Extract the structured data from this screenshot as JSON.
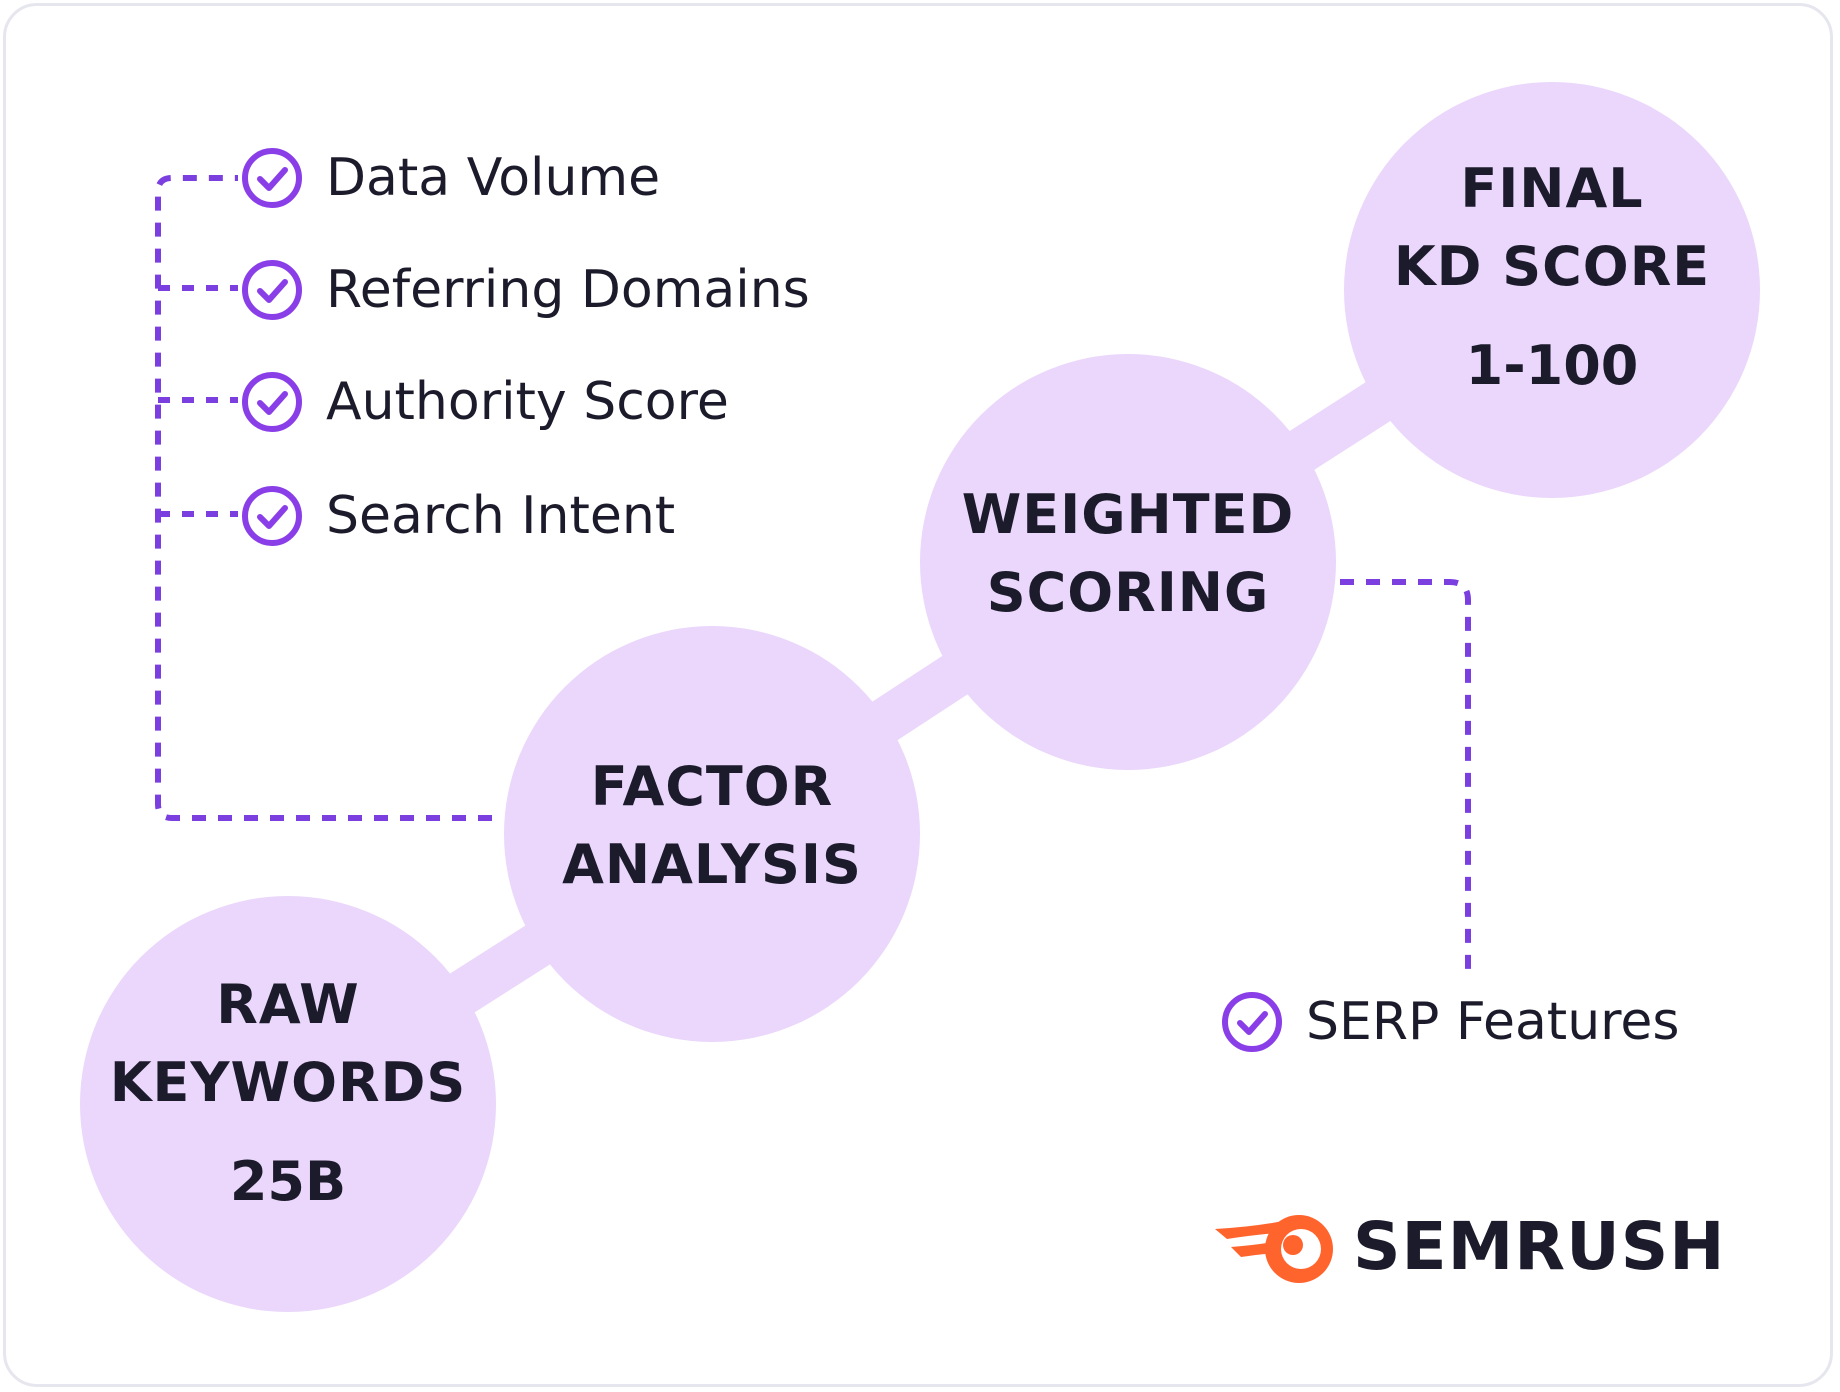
{
  "colors": {
    "node_fill": "#ead7fb",
    "connector": "#7b3fe0",
    "check": "#8a3ee8",
    "text": "#1c1b2b",
    "logo_orange": "#ff642d"
  },
  "nodes": {
    "raw": {
      "lines": [
        "RAW",
        "KEYWORDS"
      ],
      "value": "25B"
    },
    "factor": {
      "lines": [
        "FACTOR",
        "ANALYSIS"
      ]
    },
    "weighted": {
      "lines": [
        "WEIGHTED",
        "SCORING"
      ]
    },
    "final": {
      "lines": [
        "FINAL",
        "KD SCORE"
      ],
      "value": "1-100"
    }
  },
  "factors": [
    {
      "label": "Data Volume",
      "icon": "check-circle-icon"
    },
    {
      "label": "Referring Domains",
      "icon": "check-circle-icon"
    },
    {
      "label": "Authority Score",
      "icon": "check-circle-icon"
    },
    {
      "label": "Search Intent",
      "icon": "check-circle-icon"
    }
  ],
  "serp_feature": {
    "label": "SERP Features",
    "icon": "check-circle-icon"
  },
  "logo": {
    "wordmark": "SEMRUSH",
    "icon": "semrush-fireball-icon"
  }
}
